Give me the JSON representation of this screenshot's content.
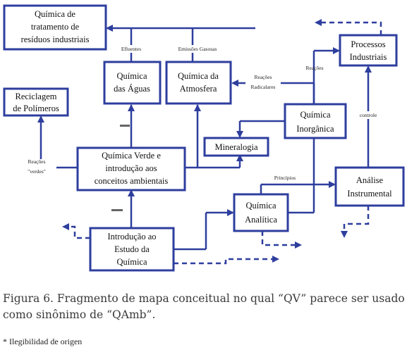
{
  "nodes": {
    "residuos": [
      "Química de",
      "tratamento de",
      "resíduos industriais"
    ],
    "processos": [
      "Processos",
      "Industriais"
    ],
    "aguas": [
      "Química",
      "das Águas"
    ],
    "atmosfera": [
      "Química da",
      "Atmosfera"
    ],
    "reciclagem": [
      "Reciclagem",
      "de Polímeros"
    ],
    "inorganica": [
      "Química",
      "Inorgânica"
    ],
    "mineralogia": [
      "Mineralogia"
    ],
    "verde": [
      "Química Verde e",
      "introdução aos",
      "conceitos ambientais"
    ],
    "analise": [
      "Análise",
      "Instrumental"
    ],
    "analitica": [
      "Química",
      "Analítica"
    ],
    "introducao": [
      "Introdução ao",
      "Estudo da",
      "Química"
    ]
  },
  "edge_labels": {
    "efluentes": "Efluentes",
    "emissoes": "Emissões Gasosas",
    "reacoes_radicalares": [
      "Reações",
      "Radicalares"
    ],
    "reacoes": "Reações",
    "controle": "controle",
    "reacoes_verdes": [
      "Reações",
      "\"verdes\""
    ],
    "principios": "Princípios"
  },
  "caption": {
    "label": "Figura 6.",
    "text": " Fragmento de mapa conceitual no qual “QV” parece ser usado como sinônimo de “QAmb”."
  },
  "footnote": "* Ilegibilidad de origen",
  "colors": {
    "diagram": "#2e3e9e"
  }
}
